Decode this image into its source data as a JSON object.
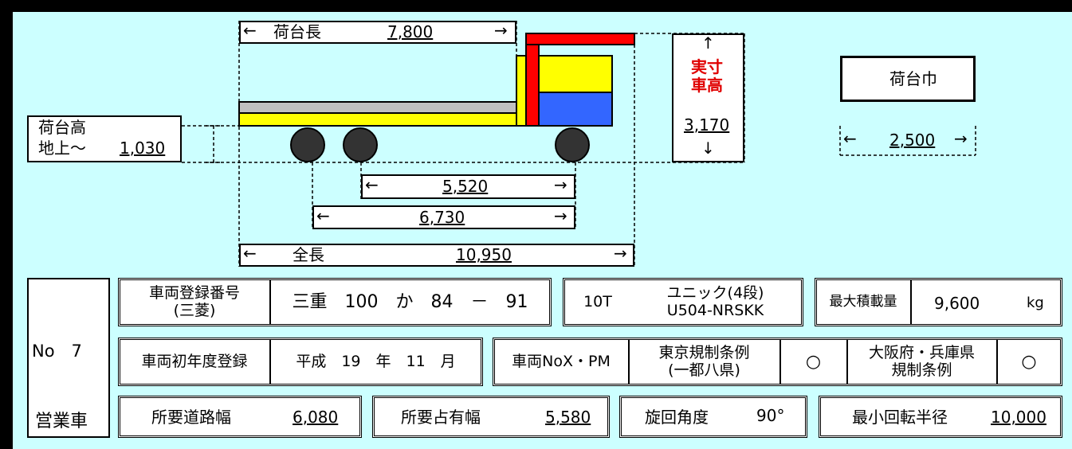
{
  "diagram": {
    "bed_length": {
      "label": "荷台長",
      "value": "7,800"
    },
    "actual_height": {
      "label_line1": "実寸",
      "label_line2": "車高",
      "value": "3,170"
    },
    "bed_width": {
      "label": "荷台巾",
      "value": "2,500"
    },
    "bed_height": {
      "label_line1": "荷台高",
      "label_line2": "地上～",
      "value": "1,030"
    },
    "dim_rear_to_front_axle": "5,520",
    "dim_wheelbase": "6,730",
    "total_length": {
      "label": "全長",
      "value": "10,950"
    },
    "arrows": {
      "left": "←",
      "right": "→",
      "up": "↑",
      "down": "↓"
    },
    "colors": {
      "bed_yellow": "#ffff00",
      "bed_gray": "#c0c0c0",
      "cab_blue": "#3366ff",
      "crane_red": "#ff0000",
      "wheel": "#333333",
      "background": "#ccffff"
    }
  },
  "info": {
    "vehicle_no": "No　7",
    "category": "営業車",
    "reg_number_label_line1": "車両登録番号",
    "reg_number_label_line2": "(三菱)",
    "reg_number_value": "三重　100　か　84　－　91",
    "tonnage": "10T",
    "crane_model_line1": "ユニック(4段)",
    "crane_model_line2": "U504-NRSKK",
    "max_load_label": "最大積載量",
    "max_load_value": "9,600",
    "max_load_unit": "kg",
    "first_reg_label": "車両初年度登録",
    "first_reg_value": "平成　19　年　11　月",
    "nox_label": "車両NoX・PM",
    "tokyo_rule_line1": "東京規制条例",
    "tokyo_rule_line2": "(一都八県)",
    "tokyo_rule_mark": "○",
    "osaka_rule_line1": "大阪府・兵庫県",
    "osaka_rule_line2": "規制条例",
    "osaka_rule_mark": "○",
    "road_width_label": "所要道路幅",
    "road_width_value": "6,080",
    "occupied_width_label": "所要占有幅",
    "occupied_width_value": "5,580",
    "turn_angle_label": "旋回角度",
    "turn_angle_value": "90°",
    "min_radius_label": "最小回転半径",
    "min_radius_value": "10,000"
  }
}
